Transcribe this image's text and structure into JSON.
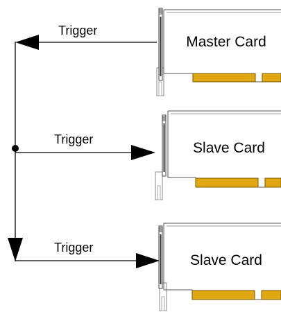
{
  "diagram": {
    "colors": {
      "line": "#000000",
      "card_outline": "#555555",
      "bracket_outline": "#777777",
      "connector_fill": "#e0a812",
      "connector_outline": "#7a5a00",
      "background": "#ffffff"
    },
    "cards": [
      {
        "label": "Master Card",
        "role": "master"
      },
      {
        "label": "Slave Card",
        "role": "slave"
      },
      {
        "label": "Slave Card",
        "role": "slave"
      }
    ],
    "signals": [
      {
        "label": "Trigger",
        "direction": "from-card"
      },
      {
        "label": "Trigger",
        "direction": "to-card"
      },
      {
        "label": "Trigger",
        "direction": "to-card"
      }
    ]
  }
}
